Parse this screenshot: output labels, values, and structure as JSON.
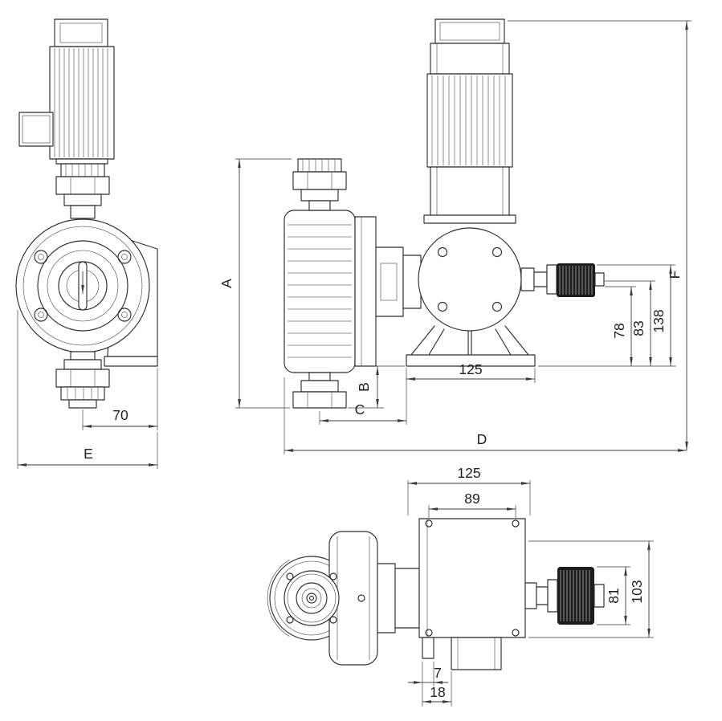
{
  "dims": {
    "front": {
      "width_70": "70",
      "overall_E": "E"
    },
    "side": {
      "height_A": "A",
      "offset_B": "B",
      "length_C": "C",
      "length_D": "D",
      "height_F": "F",
      "height_138": "138",
      "height_83": "83",
      "height_78": "78",
      "base_125": "125"
    },
    "top": {
      "base_125": "125",
      "slot_span_89": "89",
      "knob_81": "81",
      "depth_103": "103",
      "step_7": "7",
      "step_18": "18"
    }
  },
  "colors": {
    "line": "#2e2e2e",
    "dimension": "#3a3a3a",
    "knob_fill": "#1c1c1c",
    "background": "#ffffff"
  }
}
